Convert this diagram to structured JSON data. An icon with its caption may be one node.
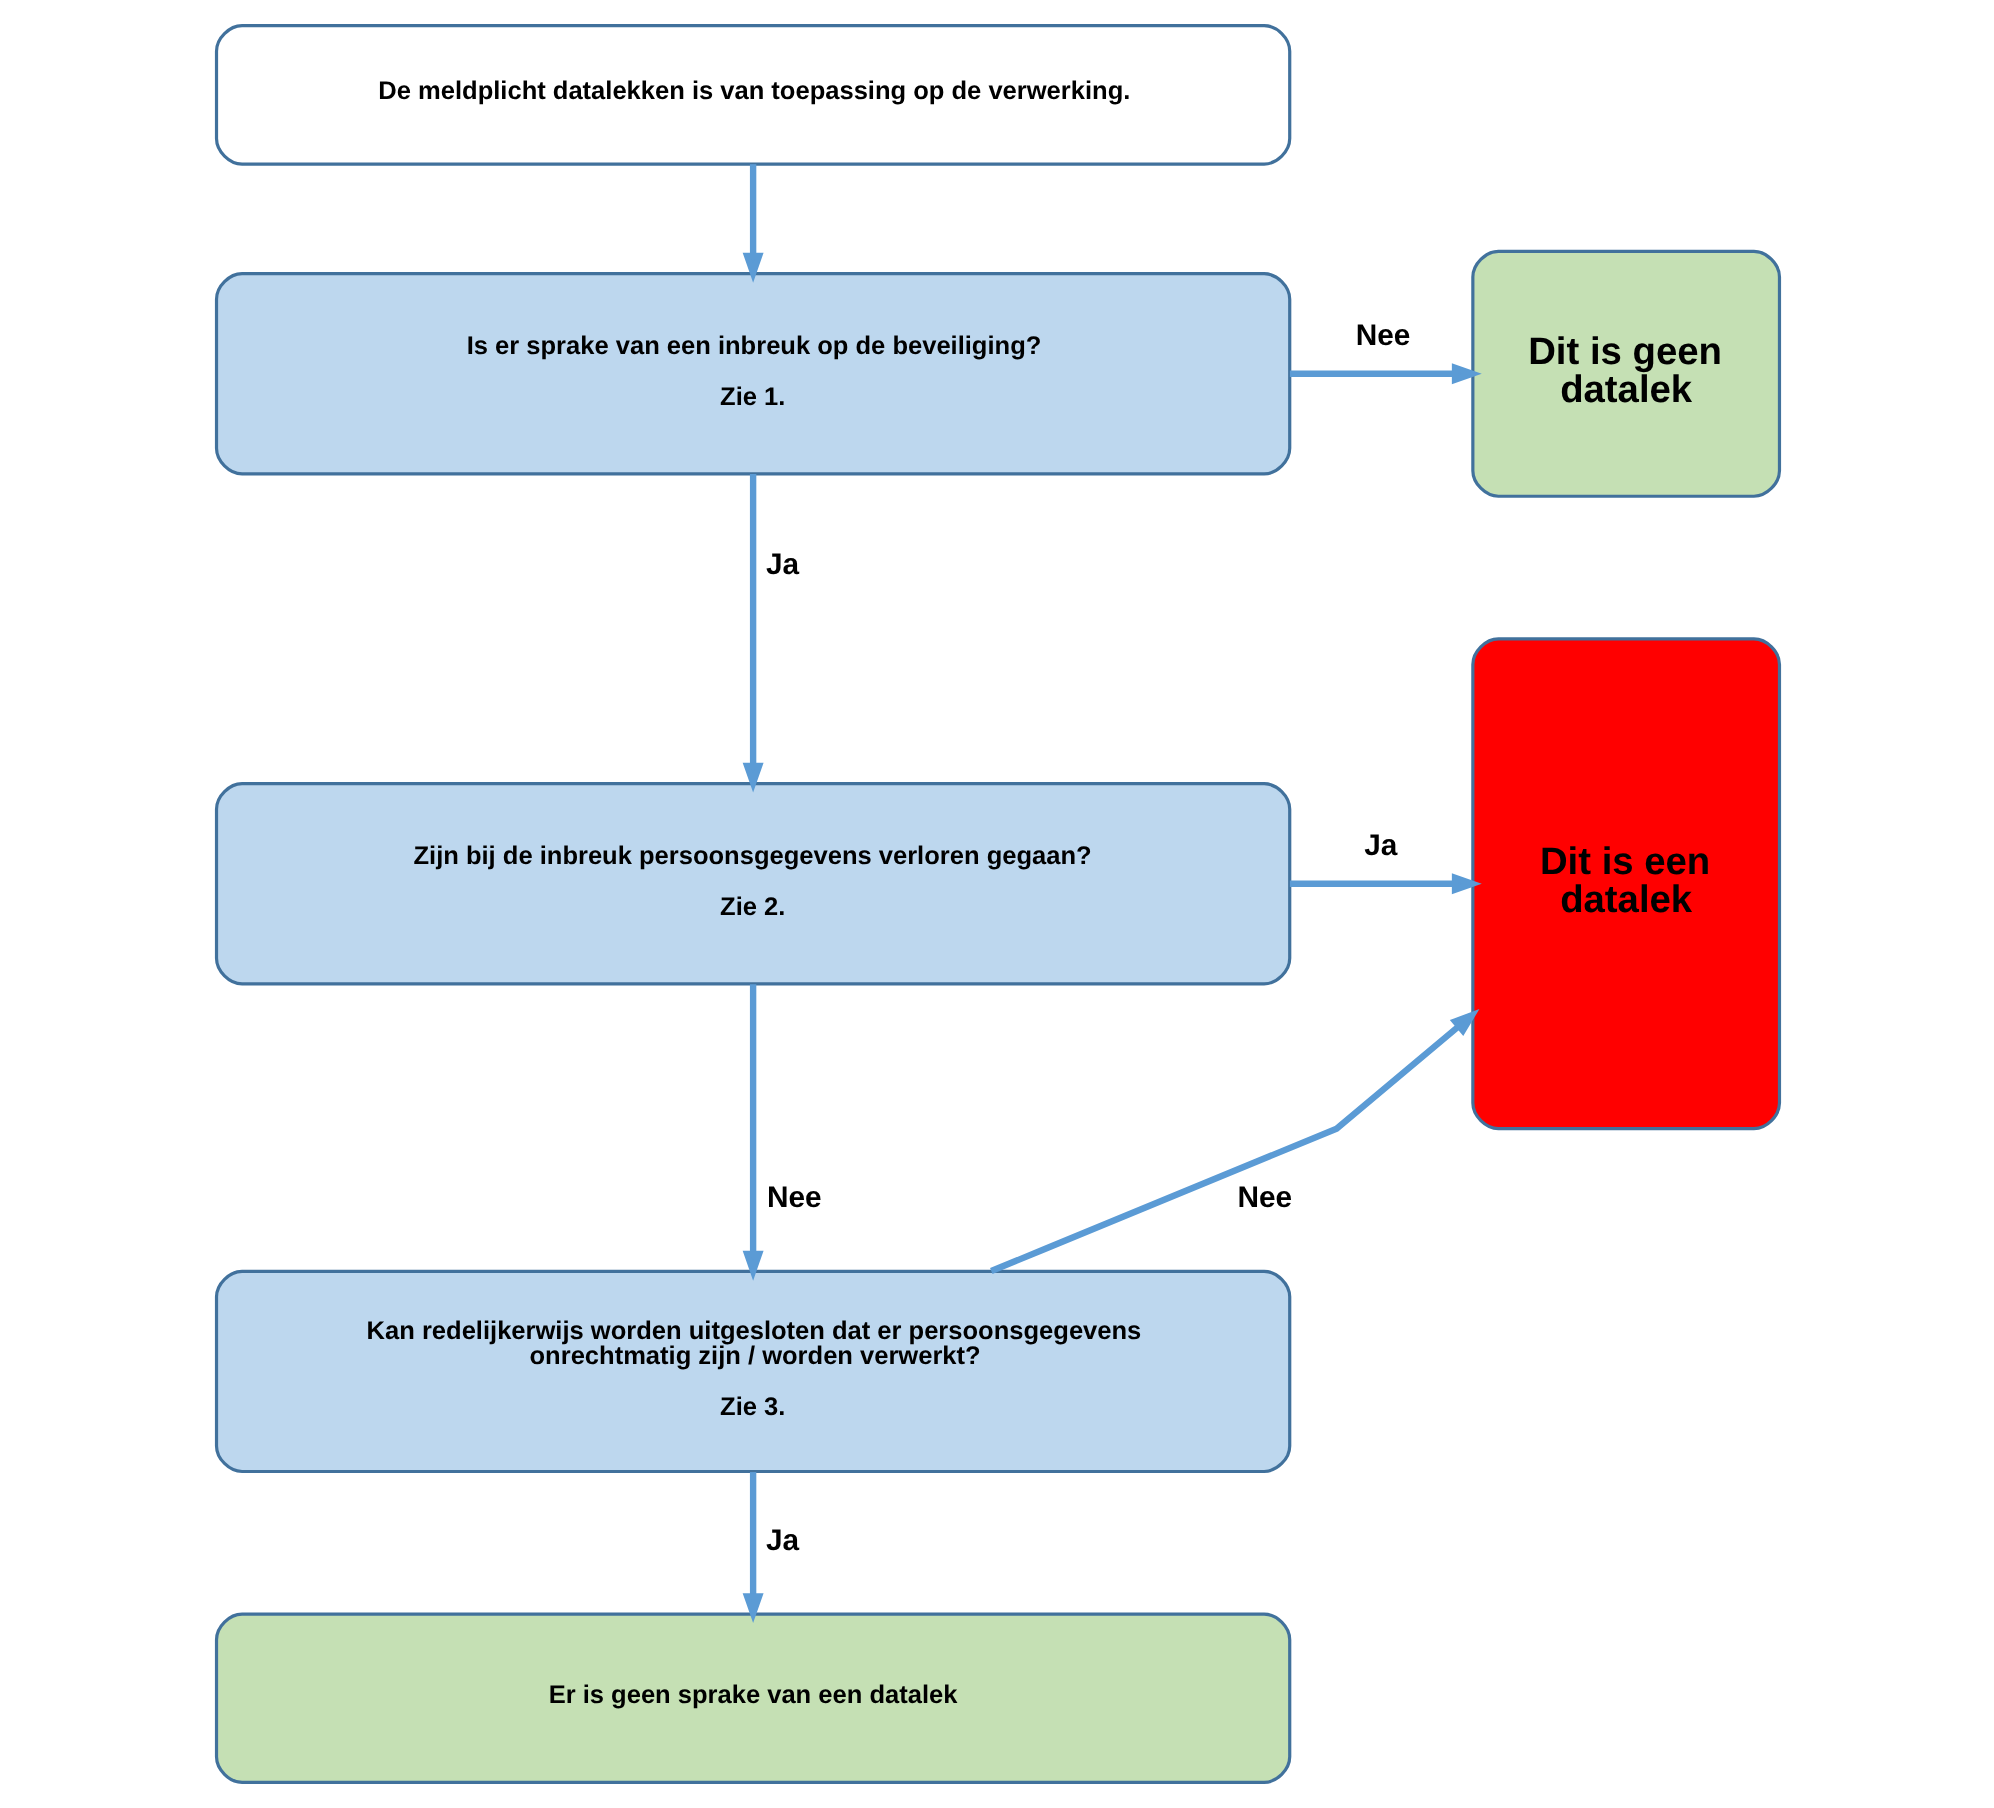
{
  "diagram": {
    "nodes": [
      {
        "text": [
          "De meldplicht datalekken is van toepassing op de verwerking."
        ]
      },
      {
        "text": [
          "Is er sprake van een inbreuk op de beveiliging?",
          "Zie 1."
        ]
      },
      {
        "text": [
          "Dit is geen datalek"
        ]
      },
      {
        "text": [
          "Zijn bij de inbreuk persoonsgegevens verloren gegaan?",
          "Zie 2."
        ]
      },
      {
        "text": [
          "Dit is een datalek"
        ]
      },
      {
        "text": [
          "Kan redelijkerwijs worden uitgesloten dat er persoonsgegevens onrechtmatig zijn / worden verwerkt?",
          "Zie 3."
        ]
      },
      {
        "text": [
          "Er is geen sprake van een datalek"
        ]
      }
    ],
    "edges": [
      {
        "from": 0,
        "to": 1,
        "arrow": "to"
      },
      {
        "from": 1,
        "to": 2,
        "arrow": "to",
        "label": "Nee"
      },
      {
        "from": 1,
        "to": 3,
        "arrow": "to",
        "label": "Ja"
      },
      {
        "from": 3,
        "to": 4,
        "arrow": "to",
        "label": "Ja"
      },
      {
        "from": 3,
        "to": 5,
        "arrow": "to",
        "label": "Nee"
      },
      {
        "from": 5,
        "to": 4,
        "arrow": "to",
        "label": "Nee"
      },
      {
        "from": 5,
        "to": 6,
        "arrow": "to",
        "label": "Ja"
      }
    ]
  }
}
